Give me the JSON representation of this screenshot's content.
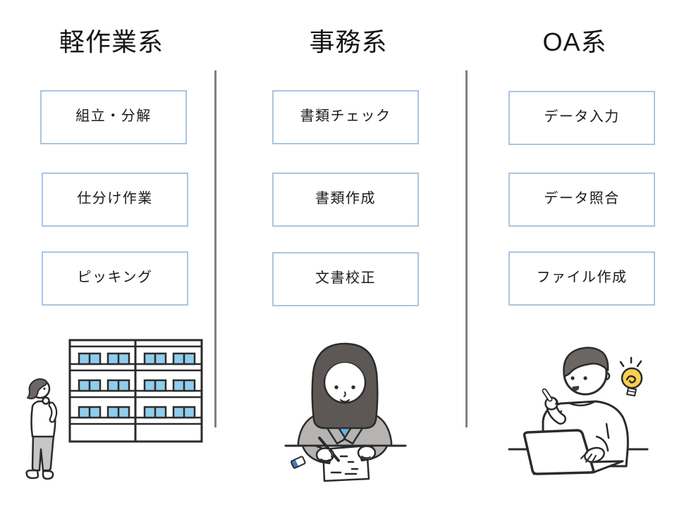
{
  "page": {
    "background": "#ffffff"
  },
  "columns": [
    {
      "id": "light-work",
      "title": "軽作業系",
      "items": [
        "組立・分解",
        "仕分け作業",
        "ピッキング"
      ],
      "illustration": "person-thinking-at-shelf-icon"
    },
    {
      "id": "clerical",
      "title": "事務系",
      "items": [
        "書類チェック",
        "書類作成",
        "文書校正"
      ],
      "illustration": "woman-writing-at-desk-icon"
    },
    {
      "id": "oa",
      "title": "OA系",
      "items": [
        "データ入力",
        "データ照合",
        "ファイル作成"
      ],
      "illustration": "man-with-laptop-idea-icon"
    }
  ],
  "colors": {
    "box_border": "#a9c6e3",
    "divider_gray": "#808080",
    "text": "#1a1a1a",
    "outline": "#2b2b2b",
    "bin_blue": "#8fcdec",
    "shirt_blue": "#62b6e6",
    "blazer_gray": "#b5b4b2",
    "pants_gray": "#c6c6c6",
    "hair_dark": "#5d5855",
    "bulb_yellow": "#f8d04f",
    "eraser_blue": "#3a7fc1"
  }
}
